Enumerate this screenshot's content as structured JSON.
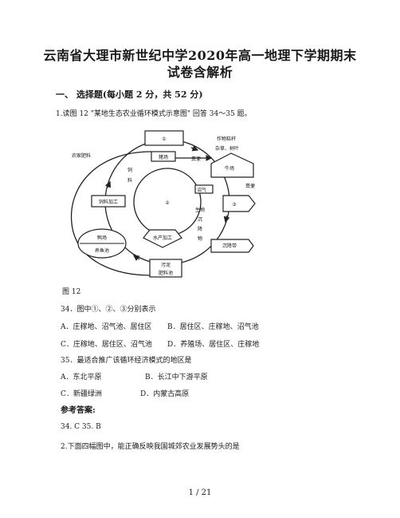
{
  "title_line1": "云南省大理市新世纪中学2020年高一地理下学期期末",
  "title_line2": "试卷含解析",
  "section_heading": "一、 选择题(每小题 2 分，共 52 分)",
  "question_intro": "1.读图 12 \"某地生态农业循环模式示意图\" 回答 34～35 题。",
  "diagram": {
    "labels": {
      "box1": "①",
      "box2": "②",
      "box3": "③",
      "zhuchang": "猪场",
      "niuchang": "牛场",
      "siliao_jiagong": "饲料加工",
      "yachang": "鸭场",
      "yuchi": "养鱼池",
      "jiagong": "水产加工",
      "wuni": "污泥\n肥料池",
      "chenjiang": "沉降带",
      "zaoqi": "沼气",
      "fenbian": "粪便",
      "fenbian2": "粪便",
      "zuowu": "作物秸秆",
      "zuowu2": "杂草、树叶",
      "liao": "饲",
      "liao2": "料",
      "nongye": "农家肥料",
      "shengwu": "生物",
      "chen": "沉",
      "jiang": "降",
      "wu": "物"
    }
  },
  "figure_caption": "图 12",
  "q34": {
    "stem": "34．图中①、②、③分别表示",
    "A": "A．庄稼地、沼气池、居住区",
    "B": "B．居住区、庄稼地、沼气池",
    "C": "C．庄稼地、居住区、沼气池",
    "D": "D．养殖场、居住区、庄稼地"
  },
  "q35": {
    "stem": "35．最适合推广该循环经济模式的地区是",
    "A": "A．东北平原",
    "B": "B．长江中下游平原",
    "C": "C．新疆绿洲",
    "D": "D．内蒙古高原"
  },
  "answer_heading": "参考答案:",
  "answer_text": "34. C  35. B",
  "question2": "2.下面四幅图中，能正确反映我国城郊农业发展势头的是",
  "footer": "1 / 21"
}
